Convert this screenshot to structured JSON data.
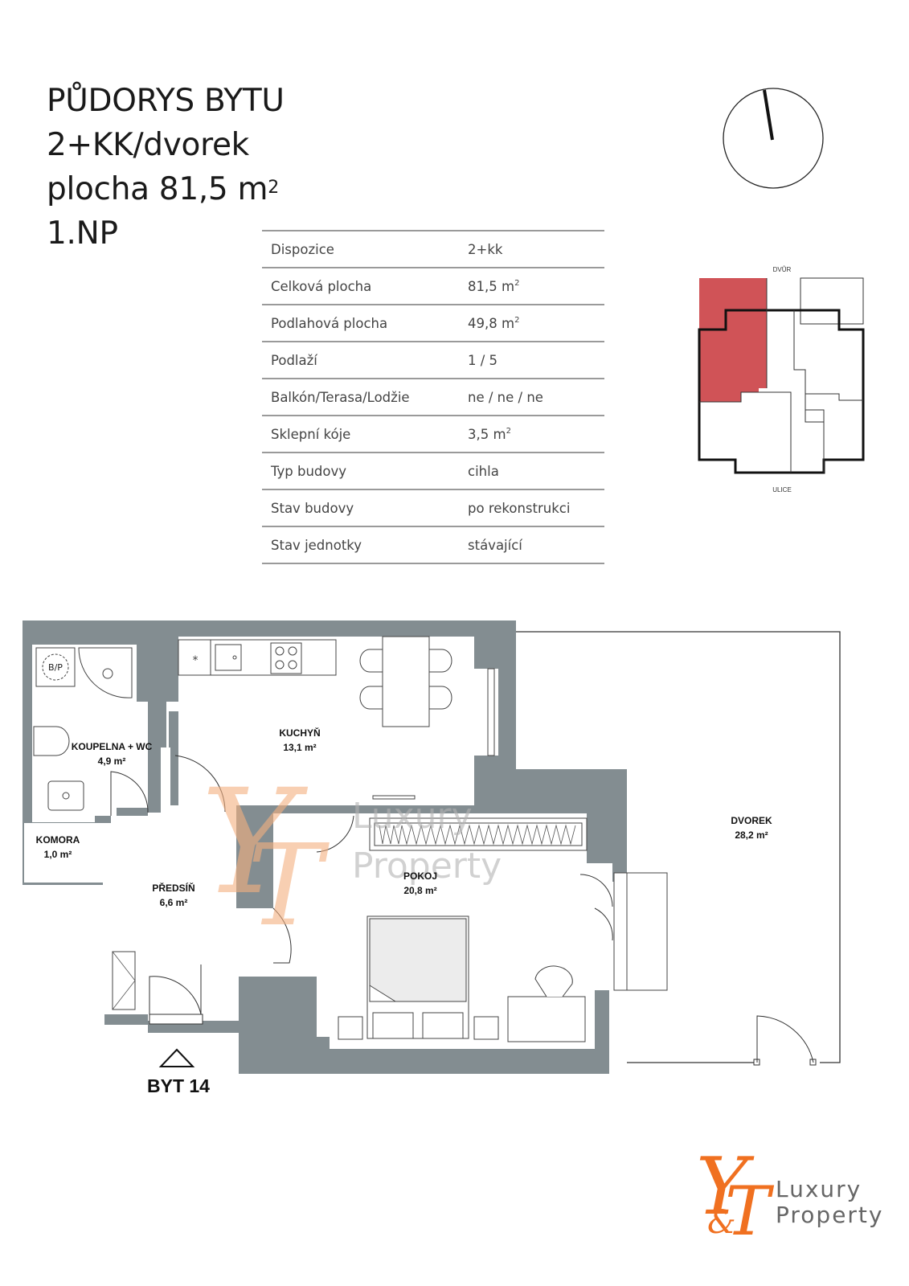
{
  "title": {
    "line1": "PŮDORYS BYTU",
    "line2": "2+KK/dvorek",
    "line3_prefix": "plocha 81,5 m",
    "line3_sup": "2",
    "line4": "1.NP"
  },
  "specs": [
    {
      "label": "Dispozice",
      "value": "2+kk",
      "sup": ""
    },
    {
      "label": "Celková plocha",
      "value": "81,5 m",
      "sup": "2"
    },
    {
      "label": "Podlahová plocha",
      "value": "49,8 m",
      "sup": "2"
    },
    {
      "label": "Podlaží",
      "value": "1 / 5",
      "sup": ""
    },
    {
      "label": "Balkón/Terasa/Lodžie",
      "value": "ne / ne / ne",
      "sup": ""
    },
    {
      "label": "Sklepní kóje",
      "value": "3,5 m",
      "sup": "2"
    },
    {
      "label": "Typ budovy",
      "value": "cihla",
      "sup": ""
    },
    {
      "label": "Stav budovy",
      "value": "po rekonstrukci",
      "sup": ""
    },
    {
      "label": "Stav jednotky",
      "value": "stávající",
      "sup": ""
    }
  ],
  "keyplan": {
    "top_label": "DVŮR",
    "bottom_label": "ULICE",
    "highlight_color": "#d05357"
  },
  "rooms": {
    "koupelna": {
      "name": "KOUPELNA + WC",
      "area": "4,9 m²"
    },
    "kuchyn": {
      "name": "KUCHYŇ",
      "area": "13,1 m²"
    },
    "komora": {
      "name": "KOMORA",
      "area": "1,0 m²"
    },
    "predsin": {
      "name": "PŘEDSÍŇ",
      "area": "6,6 m²"
    },
    "pokoj": {
      "name": "POKOJ",
      "area": "20,8 m²"
    },
    "dvorek": {
      "name": "DVOREK",
      "area": "28,2 m²"
    }
  },
  "fixtures": {
    "boiler": "B/P"
  },
  "unit_label": "BYT 14",
  "watermark": {
    "line1": "Luxury",
    "line2": "Property"
  },
  "logo": {
    "line1": "Luxury",
    "line2": "Property",
    "color": "#f07020"
  },
  "colors": {
    "wall": "#838d91",
    "watermark": "#f5b080"
  }
}
